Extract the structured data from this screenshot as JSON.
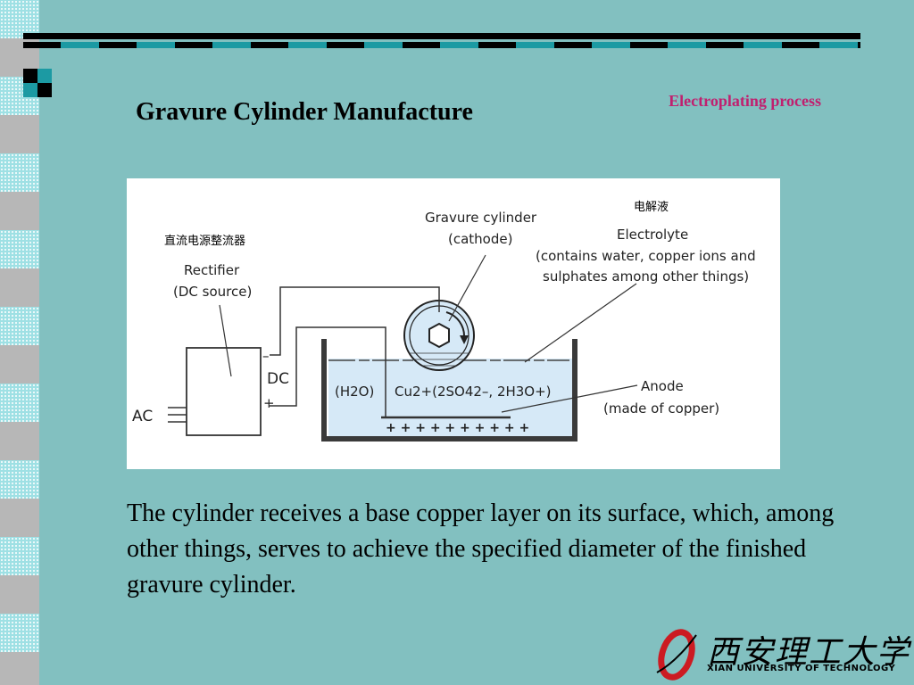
{
  "slide": {
    "title": "Gravure Cylinder Manufacture",
    "subtitle": "Electroplating process",
    "body": "The cylinder receives a base copper layer on its surface, which, among other things, serves to achieve the specified diameter of the finished gravure cylinder."
  },
  "diagram": {
    "rectifier_cn": "直流电源整流器",
    "rectifier_line1": "Rectifier",
    "rectifier_line2": "(DC source)",
    "cylinder_line1": "Gravure cylinder",
    "cylinder_line2": "(cathode)",
    "electrolyte_cn": "电解液",
    "electrolyte_line1": "Electrolyte",
    "electrolyte_line2": "(contains water, copper ions and",
    "electrolyte_line3": "sulphates among other things)",
    "ac_label": "AC",
    "dc_label": "DC",
    "minus_sign": "–",
    "plus_sign": "+",
    "water_formula": "(H2O)",
    "ion_formula": "Cu2+(2SO42–, 2H3O+)",
    "anode_line1": "Anode",
    "anode_line2": "(made of copper)",
    "anode_plus_row": "+ + + + + + + + + +"
  },
  "logo": {
    "name_cn": "西安理工大学",
    "name_en": "XIAN UNIVERSITY OF TECHNOLOGY"
  },
  "colors": {
    "background": "#82c0c0",
    "subtitle": "#c0206f",
    "electrolyte_fill": "#d6e9f7",
    "accent_teal": "#1c9aa3"
  }
}
